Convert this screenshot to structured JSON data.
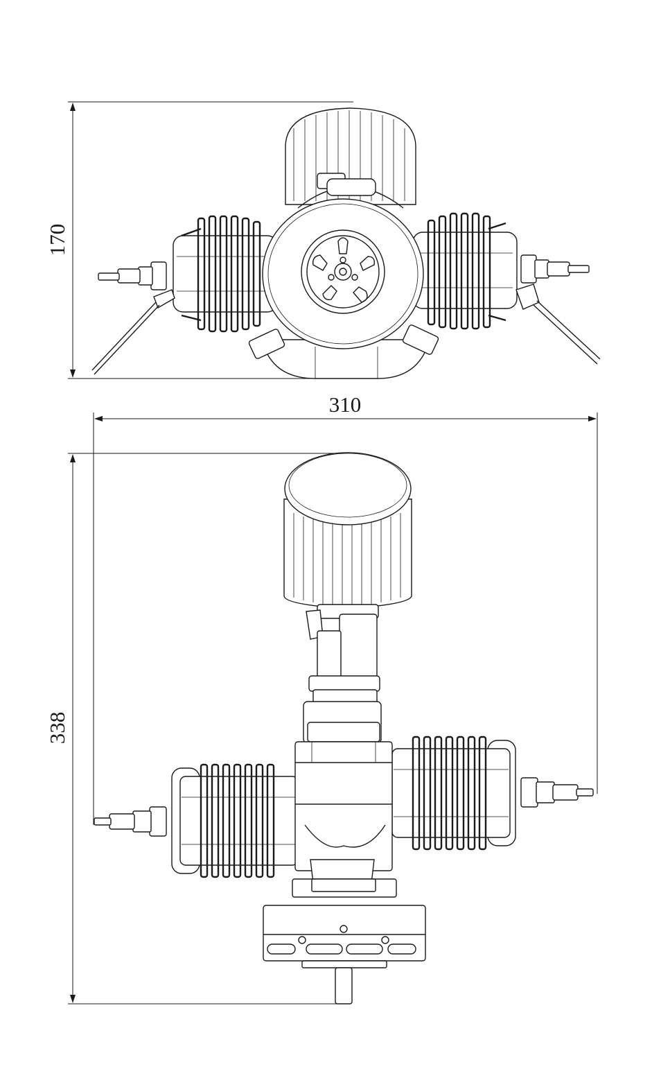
{
  "dimensions": {
    "top_view_height": "170",
    "overall_width": "310",
    "side_view_height": "338"
  },
  "colors": {
    "line": "#1a1a1a",
    "background": "#ffffff"
  }
}
